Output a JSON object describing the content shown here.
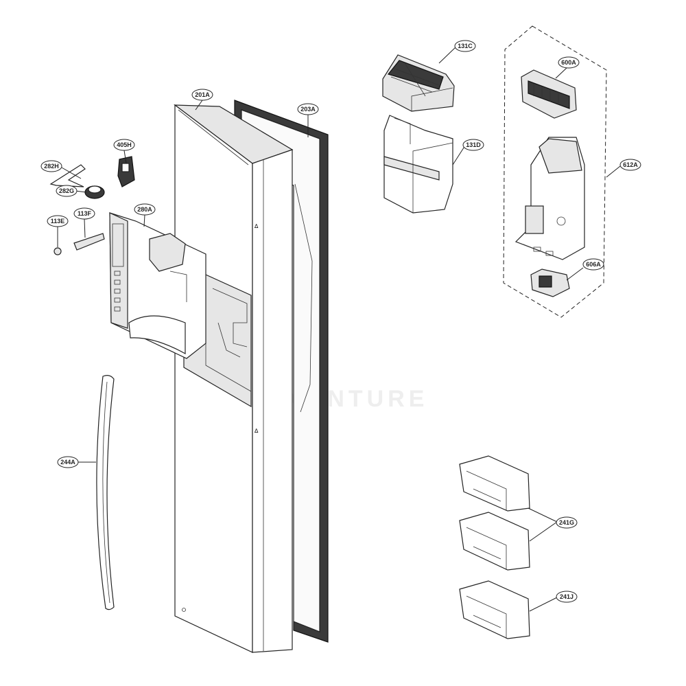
{
  "callouts": {
    "p201A": "201A",
    "p203A": "203A",
    "p405H": "405H",
    "p282H": "282H",
    "p282G": "282G",
    "p280A": "280A",
    "p113E": "113E",
    "p113F": "113F",
    "p244A": "244A",
    "p131C": "131C",
    "p131D": "131D",
    "p600A": "600A",
    "p612A": "612A",
    "p606A": "606A",
    "p241G": "241G",
    "p241J": "241J"
  },
  "watermark": "VENTURE"
}
